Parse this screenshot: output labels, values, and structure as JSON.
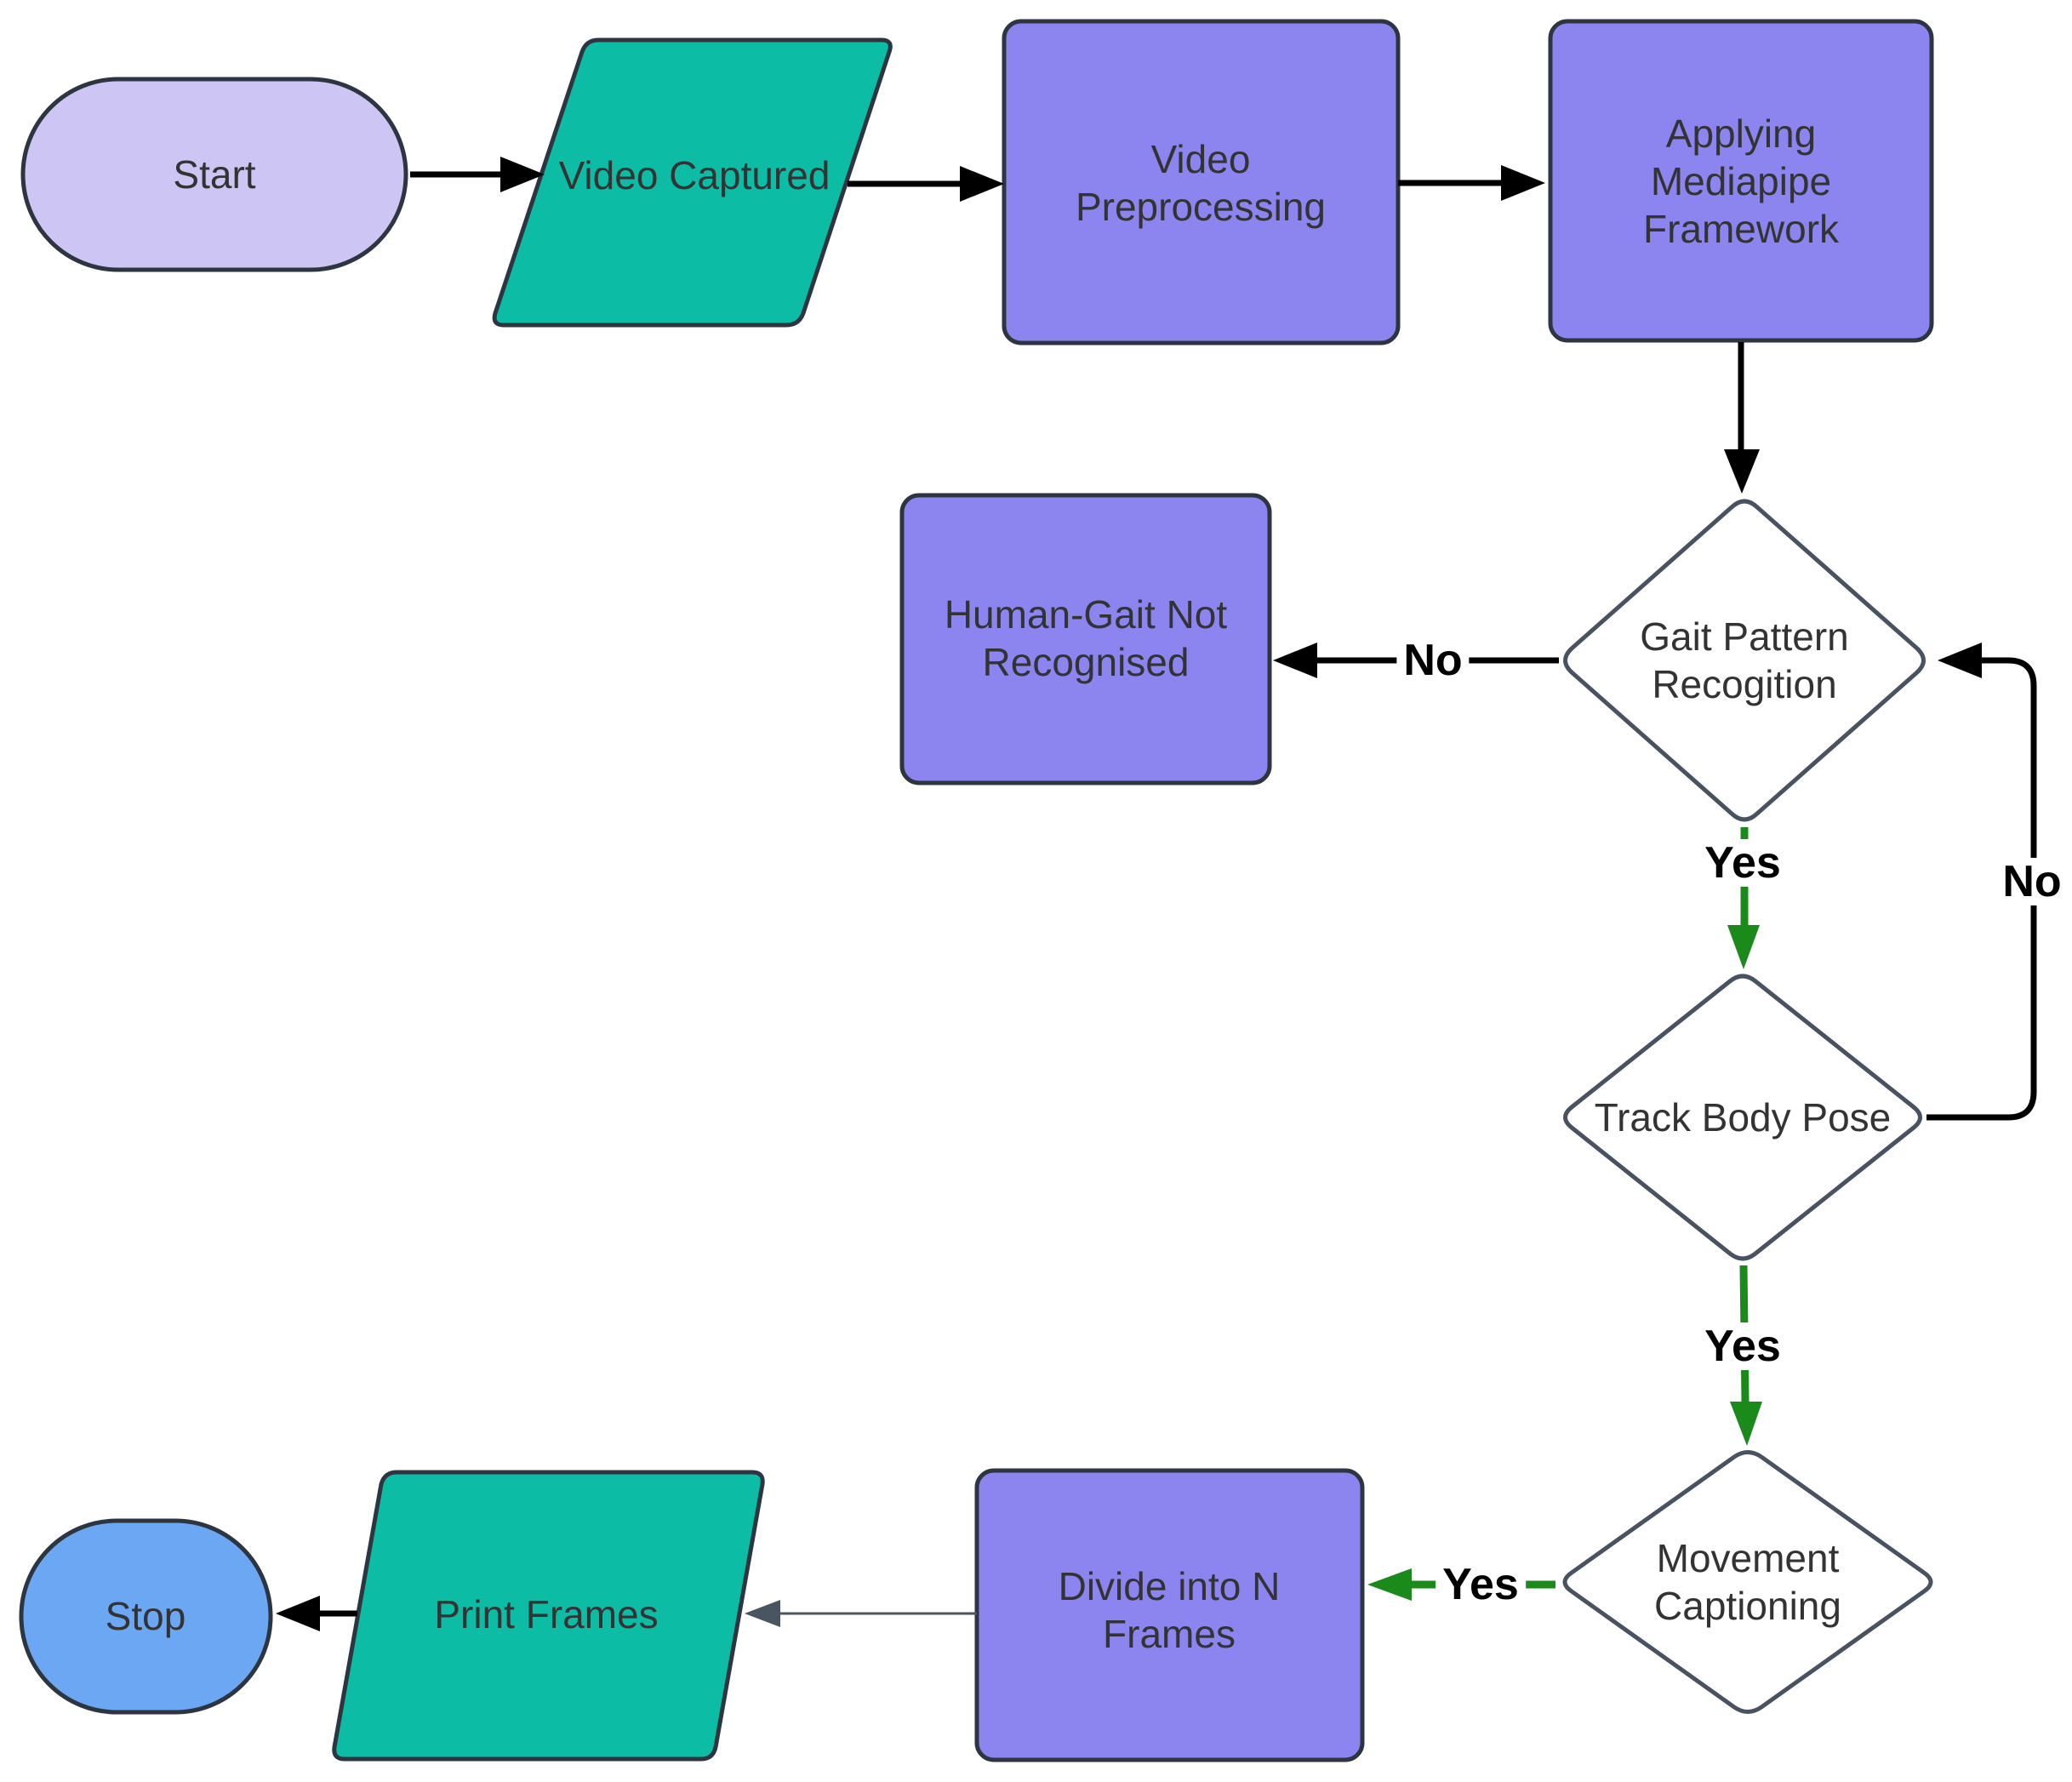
{
  "flowchart": {
    "nodes": {
      "start": {
        "label": "Start",
        "shape": "terminator",
        "fill": "#cdc6f4"
      },
      "video_captured": {
        "label": "Video Captured",
        "shape": "parallelogram",
        "fill": "#0dbca4"
      },
      "video_preprocessing": {
        "lines": [
          "Video",
          "Preprocessing"
        ],
        "shape": "process",
        "fill": "#8c85f0"
      },
      "applying_mediapipe": {
        "lines": [
          "Applying",
          "Mediapipe",
          "Framework"
        ],
        "shape": "process",
        "fill": "#8c85f0"
      },
      "human_gait_not_recognised": {
        "lines": [
          "Human-Gait Not",
          "Recognised"
        ],
        "shape": "process",
        "fill": "#8c85f0"
      },
      "gait_pattern_recognition": {
        "lines": [
          "Gait Pattern",
          "Recogition"
        ],
        "shape": "decision",
        "fill": "#ffffff"
      },
      "track_body_pose": {
        "label": "Track Body Pose",
        "shape": "decision",
        "fill": "#ffffff"
      },
      "movement_captioning": {
        "lines": [
          "Movement",
          "Captioning"
        ],
        "shape": "decision",
        "fill": "#ffffff"
      },
      "divide_into_n_frames": {
        "lines": [
          "Divide into N",
          "Frames"
        ],
        "shape": "process",
        "fill": "#8c85f0"
      },
      "print_frames": {
        "label": "Print Frames",
        "shape": "parallelogram",
        "fill": "#0dbca4"
      },
      "stop": {
        "label": "Stop",
        "shape": "terminator",
        "fill": "#6ba7f2"
      }
    },
    "edge_labels": {
      "gait_no": "No",
      "gait_yes": "Yes",
      "track_no": "No",
      "track_yes": "Yes",
      "movement_yes": "Yes"
    },
    "colors": {
      "edge_black": "#000000",
      "edge_green": "#1a8a1a",
      "edge_thin_gray": "#4a5562",
      "process_border": "#2d3640",
      "decision_border": "#485260",
      "label_text": "#333333",
      "background": "#ffffff"
    }
  }
}
